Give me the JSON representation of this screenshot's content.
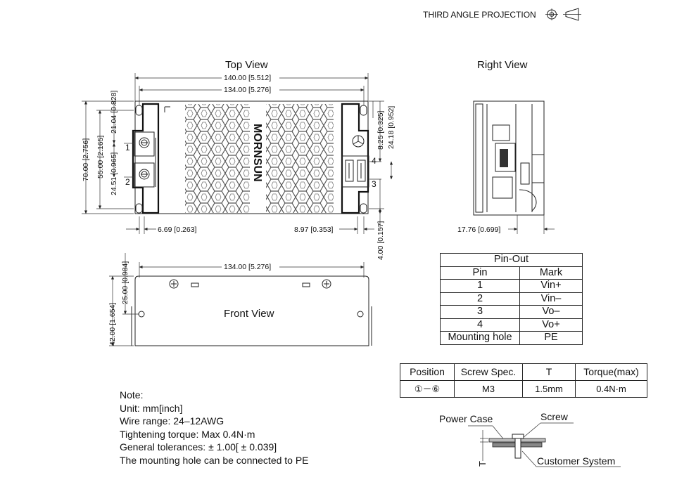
{
  "projection": {
    "label": "THIRD ANGLE PROJECTION"
  },
  "top_view": {
    "title": "Top View",
    "dims": {
      "overall_length": "140.00 [5.512]",
      "hole_spacing": "134.00 [5.276]",
      "overall_height": "70.00 [2.756]",
      "hole_vertical": "55.00 [2.165]",
      "left_top_offset": "21.04 [0.828]",
      "left_terminal_span": "24.51 [0.965]",
      "right_top_offset": "8.25 [0.325]",
      "right_terminal_span": "24.18 [0.952]",
      "hole_inset_bottom": "4.00 [0.157]",
      "left_hole_x": "6.69 [0.263]",
      "right_hole_x": "8.97 [0.353]"
    },
    "pins": [
      "1",
      "2",
      "3",
      "4"
    ],
    "brand": "MORNSUN"
  },
  "right_view": {
    "title": "Right View",
    "dim_depth": "17.76 [0.699]"
  },
  "front_view": {
    "title": "Front View",
    "dim_hole_spacing": "134.00 [5.276]",
    "dim_height": "42.00 [1.654]",
    "dim_hole_height": "25.00 [0.984]"
  },
  "pinout": {
    "title": "Pin-Out",
    "headers": [
      "Pin",
      "Mark"
    ],
    "rows": [
      [
        "1",
        "Vin+"
      ],
      [
        "2",
        "Vin–"
      ],
      [
        "3",
        "Vo–"
      ],
      [
        "4",
        "Vo+"
      ],
      [
        "Mounting hole",
        "PE"
      ]
    ]
  },
  "screw_table": {
    "headers": [
      "Position",
      "Screw Spec.",
      "T",
      "Torque(max)"
    ],
    "row": [
      "①－⑥",
      "M3",
      "1.5mm",
      "0.4N·m"
    ]
  },
  "mounting_detail": {
    "power_case": "Power Case",
    "screw": "Screw",
    "customer_system": "Customer System",
    "t_label": "T"
  },
  "notes": {
    "heading": "Note:",
    "lines": [
      "Unit: mm[inch]",
      "Wire range: 24–12AWG",
      "Tightening torque: Max 0.4N·m",
      "General tolerances:  ± 1.00[ ± 0.039]",
      "The mounting hole can be connected to PE"
    ]
  }
}
